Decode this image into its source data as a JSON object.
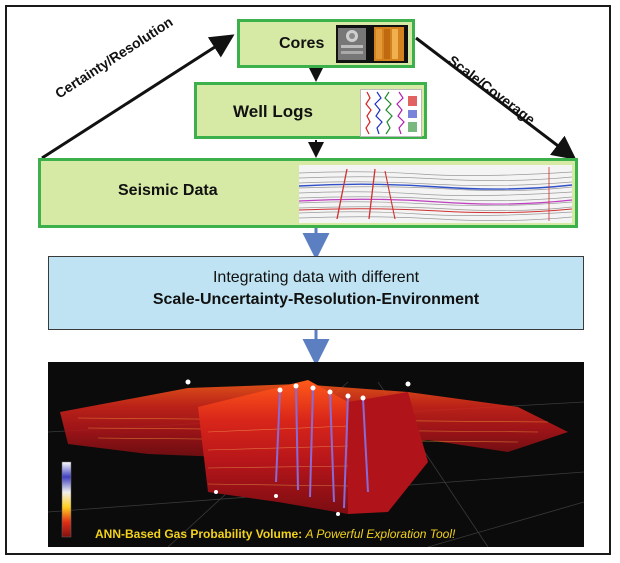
{
  "boxes": {
    "cores": "Cores",
    "well_logs": "Well Logs",
    "seismic": "Seismic Data"
  },
  "diagonal_labels": {
    "left": "Certainty/Resolution",
    "right": "Scale/Coverage"
  },
  "integration": {
    "line1": "Integrating data with different",
    "line2": "Scale-Uncertainty-Resolution-Environment"
  },
  "caption": {
    "bold": "ANN-Based Gas Probability Volume:",
    "italic": "A Powerful Exploration Tool!"
  },
  "colors": {
    "box_fill": "#d6eaa6",
    "box_border": "#3cb04a",
    "integration_fill": "#bfe3f2",
    "flow_arrow": "#5b7fc0",
    "caption_text": "#f2d21b"
  }
}
